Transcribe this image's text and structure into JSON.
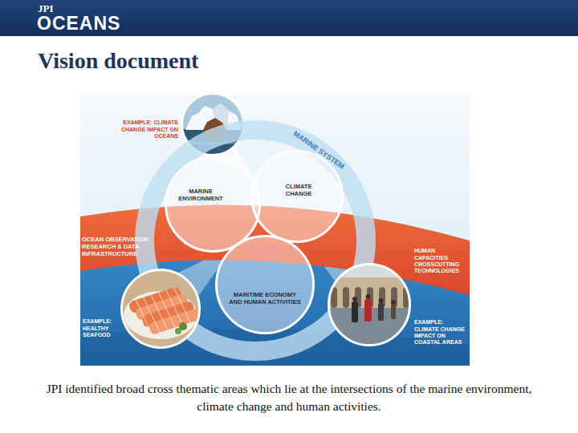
{
  "diagram": {
    "title": "Vision document",
    "caption": "JPI identified broad cross thematic areas which lie at the intersections of the marine environment, climate change and human activities.",
    "nodes": [
      {
        "text": [
          "EXAMPLE: CLIMATE CHANGE IMPACT ON OCEANS"
        ]
      },
      {
        "text": [
          "OCEAN OBSERVATION RESEARCH & DATA INFRASTRUCTURE",
          "HUMAN CAPACITIES CROSSCUTTING TECHNOLOGIES"
        ]
      },
      {
        "text": [
          "MARINE SYSTEM"
        ]
      },
      {
        "text": [
          "MARINE ENVIRONMENT"
        ],
        "in": 2
      },
      {
        "text": [
          "CLIMATE CHANGE"
        ],
        "in": 2
      },
      {
        "text": [
          "MARITIME ECONOMY AND HUMAN ACTIVITIES"
        ],
        "in": 2
      },
      {
        "text": [
          "EXAMPLE: HEALTHY SEAFOOD"
        ]
      },
      {
        "text": [
          "EXAMPLE: CLIMATE CHANGE IMPACT ON COASTAL AREAS"
        ]
      }
    ],
    "labels": [
      "JPI",
      "OCEANS"
    ]
  }
}
